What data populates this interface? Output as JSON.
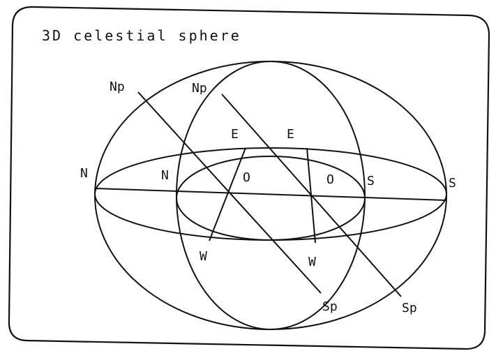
{
  "title": "3D celestial sphere",
  "left_sphere": {
    "north_pole": "Np",
    "south_pole": "Sp",
    "north": "N",
    "south": "S",
    "east": "E",
    "west": "W",
    "observer": "O"
  },
  "right_sphere": {
    "north_pole": "Np",
    "south_pole": "Sp",
    "north": "N",
    "south": "S",
    "east": "E",
    "west": "W",
    "observer": "O"
  }
}
